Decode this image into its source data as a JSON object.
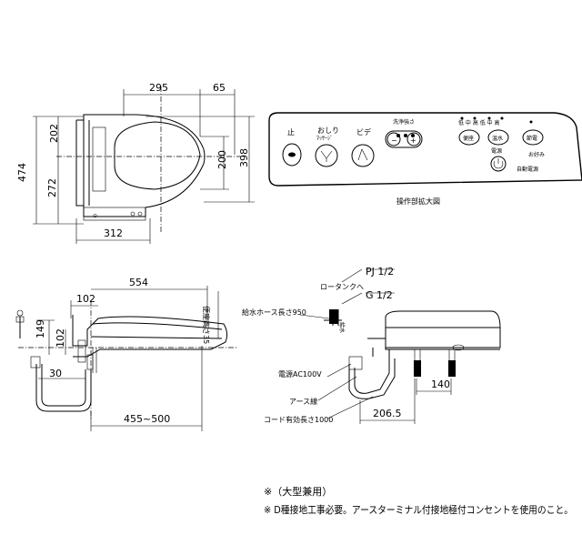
{
  "top_view": {
    "dims": {
      "d295": "295",
      "d65": "65",
      "d202": "202",
      "d474": "474",
      "d272": "272",
      "d200": "200",
      "d398": "398",
      "d312": "312"
    }
  },
  "control_panel": {
    "caption": "操作部拡大図",
    "buttons": {
      "stop": "止",
      "oshiri": "おしり",
      "massage": "ﾏｯｻｰｼﾞ",
      "bidet": "ビデ",
      "pressure": "洗浄強さ",
      "minus": "−",
      "plus": "+",
      "seat": "便座",
      "water": "温水",
      "power_label": "電源",
      "eco": "節電",
      "eco_sub": "お好み",
      "power_sub": "自動電源"
    }
  },
  "side_view": {
    "dims": {
      "d554": "554",
      "d102a": "102",
      "d149": "149",
      "d102b": "102",
      "d30": "30",
      "d455": "455~500",
      "d35": "便座高さ35"
    }
  },
  "connection_view": {
    "labels": {
      "pj": "PJ 1/2",
      "rotank": "ロータンクへ",
      "g": "G 1/2",
      "hose": "給水ホース長さ950",
      "supply": "給水",
      "power": "電源AC100V",
      "earth": "アース線",
      "cord": "コード有効長さ1000"
    },
    "dims": {
      "d140": "140",
      "d206": "206.5"
    }
  },
  "notes": {
    "n1": "※（大型兼用）",
    "n2": "※ D種接地工事必要。アースターミナル付接地極付コンセントを使用のこと。"
  }
}
